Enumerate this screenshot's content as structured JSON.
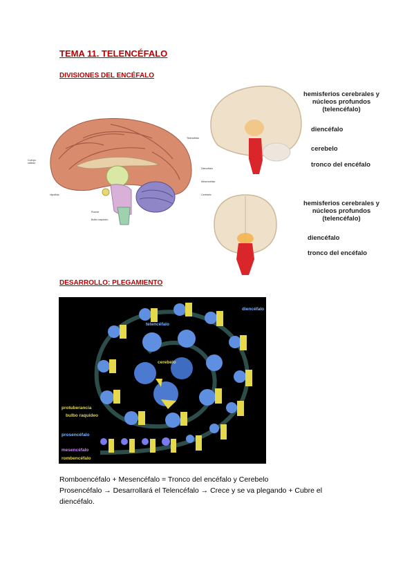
{
  "title": "TEMA 11. TELENCÉFALO",
  "section1": {
    "heading": "DIVISIONES DEL ENCÉFALO",
    "sagittal_labels": {
      "telencefalo": "Telencéfalo",
      "cuerpo_calloso": "Cuerpo calloso",
      "diencefalo": "Diencéfalo",
      "mesencefalo": "Mesencéfalo",
      "cerebelo": "Cerebelo",
      "hipofisis": "Hipófisis",
      "puente": "Puente",
      "bulbo": "Bulbo raquídeo"
    },
    "lateral_labels": {
      "hemisferios_1": "hemisferios cerebrales y",
      "hemisferios_2": "núcleos profundos",
      "hemisferios_3": "(telencéfalo)",
      "diencefalo": "diencéfalo",
      "cerebelo": "cerebelo",
      "tronco": "tronco del encéfalo"
    },
    "frontal_labels": {
      "hemisferios_1": "hemisferios cerebrales y",
      "hemisferios_2": "núcleos profundos",
      "hemisferios_3": "(telencéfalo)",
      "diencefalo": "diencéfalo",
      "tronco": "tronco del encéfalo"
    }
  },
  "section2": {
    "heading": "DESARROLLO: PLEGAMIENTO",
    "spiral_labels": {
      "diencefalo": "diencéfalo",
      "telencefalo": "telencéfalo",
      "cerebelo": "cerebelo",
      "protuberancia": "protuberancia",
      "bulbo": "bulbo raquídeo",
      "prosencefalo": "prosencéfalo",
      "mesencefalo": "mesencéfalo",
      "rombencefalo": "rombencéfalo"
    }
  },
  "text": {
    "line1": "Romboencéfalo + Mesencéfalo = Tronco del encéfalo y Cerebelo",
    "line2": "Prosencéfalo → Desarrollará el Telencéfalo → Crece y se va plegando + Cubre el",
    "line3": "diencéfalo."
  }
}
